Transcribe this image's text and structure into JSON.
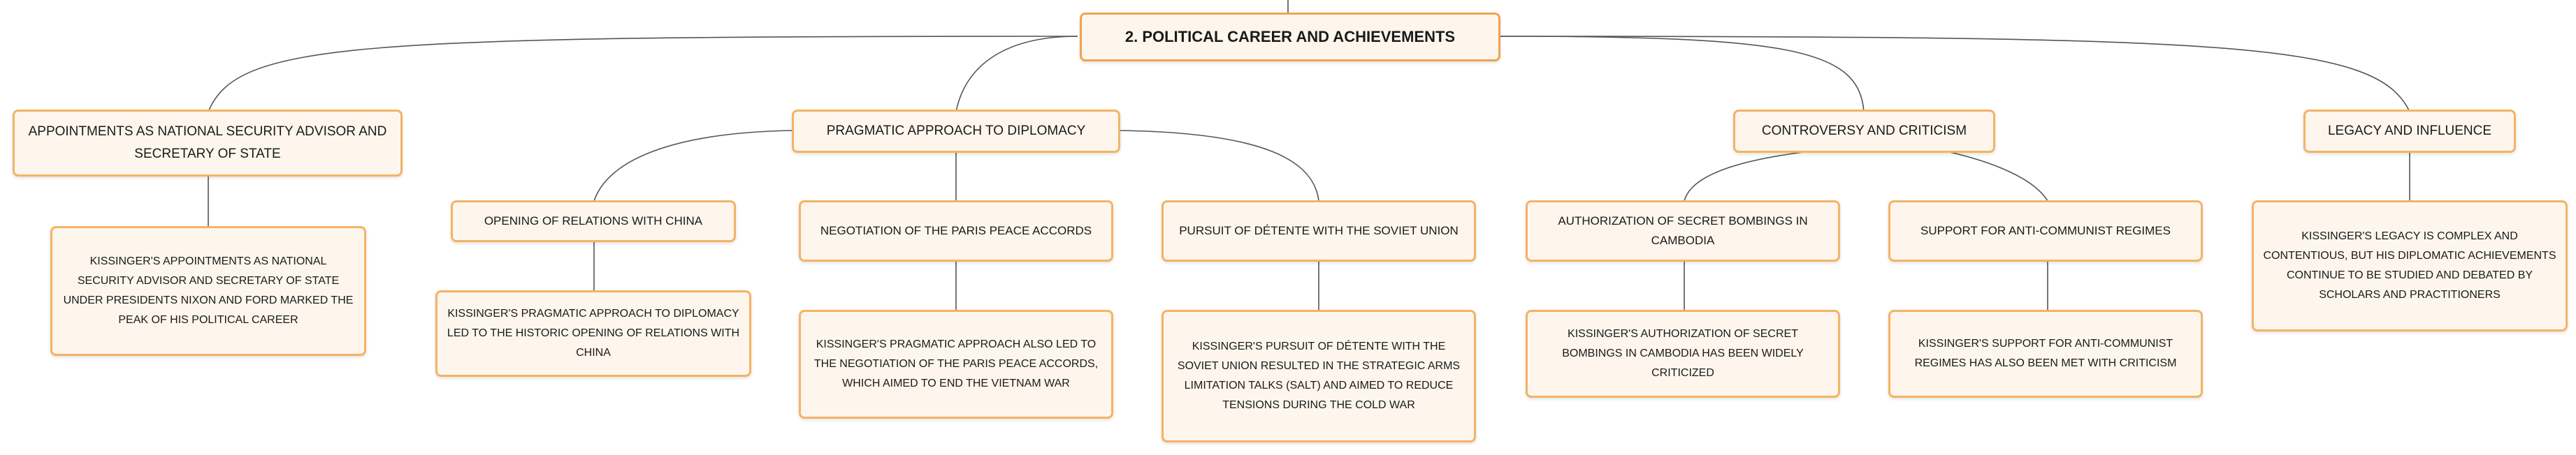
{
  "root": {
    "label": "2. POLITICAL CAREER AND ACHIEVEMENTS"
  },
  "branches": [
    {
      "label": "APPOINTMENTS AS NATIONAL SECURITY ADVISOR AND SECRETARY OF STATE",
      "detail": "KISSINGER'S APPOINTMENTS AS NATIONAL SECURITY ADVISOR AND SECRETARY OF STATE UNDER PRESIDENTS NIXON AND FORD MARKED THE PEAK OF HIS POLITICAL CAREER"
    },
    {
      "label": "PRAGMATIC APPROACH TO DIPLOMACY",
      "children": [
        {
          "label": "OPENING OF RELATIONS WITH CHINA",
          "detail": "KISSINGER'S PRAGMATIC APPROACH TO DIPLOMACY LED TO THE HISTORIC OPENING OF RELATIONS WITH CHINA"
        },
        {
          "label": "NEGOTIATION OF THE PARIS PEACE ACCORDS",
          "detail": "KISSINGER'S PRAGMATIC APPROACH ALSO LED TO THE NEGOTIATION OF THE PARIS PEACE ACCORDS, WHICH AIMED TO END THE VIETNAM WAR"
        },
        {
          "label": "PURSUIT OF DÉTENTE WITH THE SOVIET UNION",
          "detail": "KISSINGER'S PURSUIT OF DÉTENTE WITH THE SOVIET UNION RESULTED IN THE STRATEGIC ARMS LIMITATION TALKS (SALT) AND AIMED TO REDUCE TENSIONS DURING THE COLD WAR"
        }
      ]
    },
    {
      "label": "CONTROVERSY AND CRITICISM",
      "children": [
        {
          "label": "AUTHORIZATION OF SECRET BOMBINGS IN CAMBODIA",
          "detail": "KISSINGER'S AUTHORIZATION OF SECRET BOMBINGS IN CAMBODIA HAS BEEN WIDELY CRITICIZED"
        },
        {
          "label": "SUPPORT FOR ANTI-COMMUNIST REGIMES",
          "detail": "KISSINGER'S SUPPORT FOR ANTI-COMMUNIST REGIMES HAS ALSO BEEN MET WITH CRITICISM"
        }
      ]
    },
    {
      "label": "LEGACY AND INFLUENCE",
      "detail": "KISSINGER'S LEGACY IS COMPLEX AND CONTENTIOUS, BUT HIS DIPLOMATIC ACHIEVEMENTS CONTINUE TO BE STUDIED AND DEBATED BY SCHOLARS AND PRACTITIONERS"
    }
  ]
}
